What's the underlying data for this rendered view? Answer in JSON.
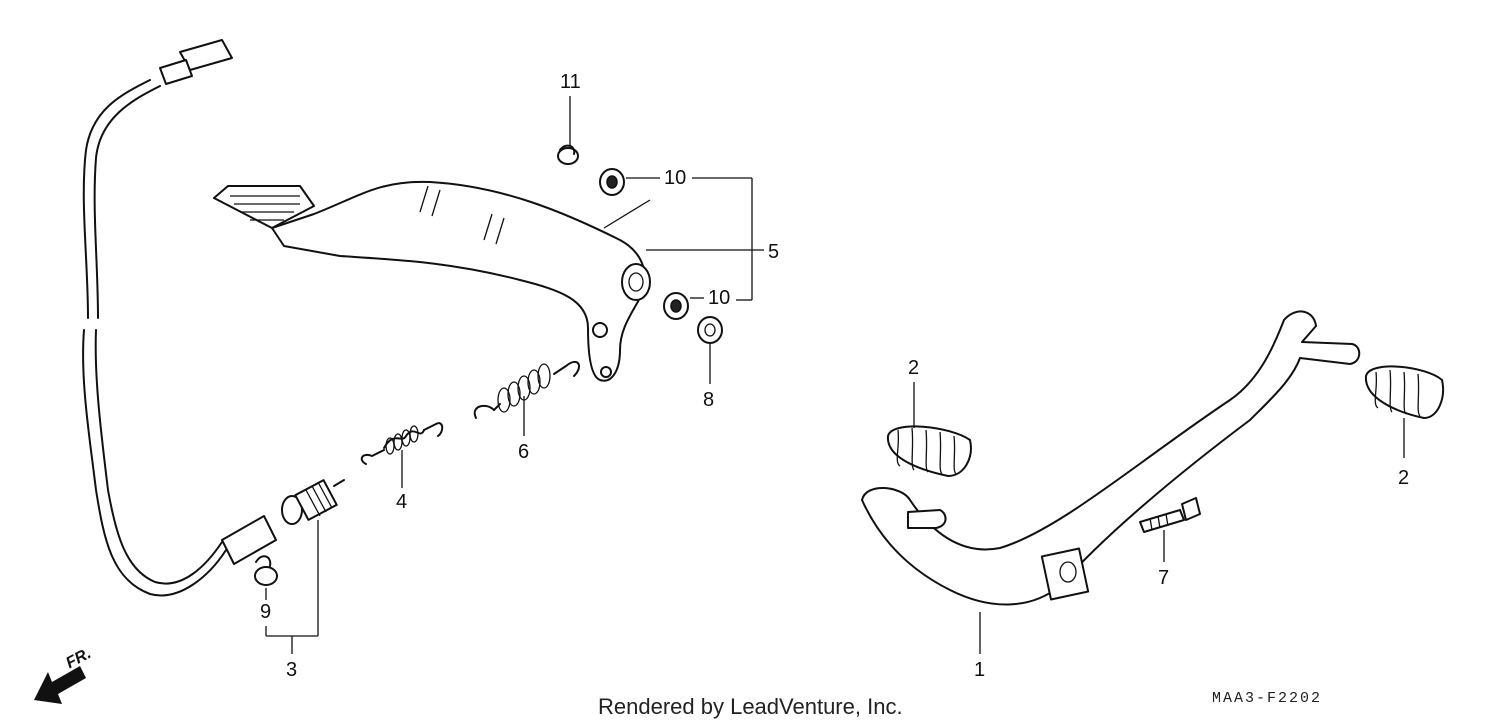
{
  "diagram": {
    "callouts": [
      {
        "id": "1",
        "label": "1"
      },
      {
        "id": "2a",
        "label": "2"
      },
      {
        "id": "2b",
        "label": "2"
      },
      {
        "id": "3",
        "label": "3"
      },
      {
        "id": "4",
        "label": "4"
      },
      {
        "id": "5",
        "label": "5"
      },
      {
        "id": "6",
        "label": "6"
      },
      {
        "id": "7",
        "label": "7"
      },
      {
        "id": "8",
        "label": "8"
      },
      {
        "id": "9",
        "label": "9"
      },
      {
        "id": "10a",
        "label": "10"
      },
      {
        "id": "10b",
        "label": "10"
      },
      {
        "id": "11",
        "label": "11"
      }
    ],
    "direction_label": "FR.",
    "footer": "Rendered by LeadVenture, Inc.",
    "diagram_code": "MAA3-F2202"
  }
}
